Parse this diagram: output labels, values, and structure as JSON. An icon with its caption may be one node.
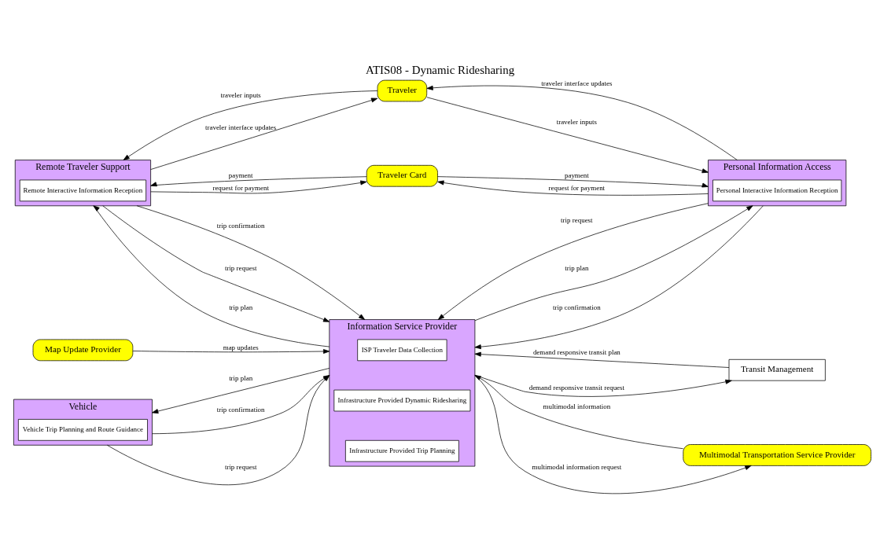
{
  "diagram": {
    "title": "ATIS08 - Dynamic Ridesharing",
    "nodes": [
      {
        "text": [
          "Map Update Provider"
        ]
      },
      {
        "text": [
          "Information Service Provider"
        ]
      },
      {
        "text": [
          "ISP Traveler Data Collection"
        ],
        "in": 1
      },
      {
        "text": [
          "Infrastructure Provided Dynamic Ridesharing"
        ],
        "in": 1
      },
      {
        "text": [
          "Infrastructure Provided Trip Planning"
        ],
        "in": 1
      },
      {
        "text": [
          "Transit Management"
        ]
      },
      {
        "text": [
          "Vehicle"
        ]
      },
      {
        "text": [
          "Vehicle Trip Planning and Route Guidance"
        ],
        "in": 6
      },
      {
        "text": [
          "Multimodal Transportation Service Provider"
        ]
      },
      {
        "text": [
          "Remote Traveler Support"
        ]
      },
      {
        "text": [
          "Remote Interactive Information Reception"
        ],
        "in": 9
      },
      {
        "text": [
          "Personal Information Access"
        ]
      },
      {
        "text": [
          "Personal Interactive Information Reception"
        ],
        "in": 11
      },
      {
        "text": [
          "Traveler Card"
        ]
      },
      {
        "text": [
          "Traveler"
        ]
      }
    ],
    "edges": [
      {
        "from": 0,
        "to": 1,
        "arrow": "to",
        "label": "map updates"
      },
      {
        "from": 1,
        "to": 5,
        "arrow": "to",
        "label": "demand responsive transit request"
      },
      {
        "from": 5,
        "to": 1,
        "arrow": "to",
        "label": "demand responsive transit plan"
      },
      {
        "from": 6,
        "to": 1,
        "arrow": "to",
        "label": "trip request"
      },
      {
        "from": 1,
        "to": 6,
        "arrow": "to",
        "label": "trip plan"
      },
      {
        "from": 6,
        "to": 1,
        "arrow": "to",
        "label": "trip confirmation"
      },
      {
        "from": 1,
        "to": 8,
        "arrow": "to",
        "label": "multimodal information request"
      },
      {
        "from": 8,
        "to": 1,
        "arrow": "to",
        "label": "multimodal information"
      },
      {
        "from": 9,
        "to": 1,
        "arrow": "to",
        "label": "trip request"
      },
      {
        "from": 1,
        "to": 9,
        "arrow": "to",
        "label": "trip plan"
      },
      {
        "from": 9,
        "to": 1,
        "arrow": "to",
        "label": "trip confirmation"
      },
      {
        "from": 11,
        "to": 1,
        "arrow": "to",
        "label": "trip request"
      },
      {
        "from": 1,
        "to": 11,
        "arrow": "to",
        "label": "trip plan"
      },
      {
        "from": 11,
        "to": 1,
        "arrow": "to",
        "label": "trip confirmation"
      },
      {
        "from": 9,
        "to": 13,
        "arrow": "to",
        "label": "request for payment"
      },
      {
        "from": 13,
        "to": 9,
        "arrow": "to",
        "label": "payment"
      },
      {
        "from": 11,
        "to": 13,
        "arrow": "to",
        "label": "request for payment"
      },
      {
        "from": 13,
        "to": 11,
        "arrow": "to",
        "label": "payment"
      },
      {
        "from": 9,
        "to": 14,
        "arrow": "to",
        "label": "traveler interface updates"
      },
      {
        "from": 14,
        "to": 9,
        "arrow": "to",
        "label": "traveler inputs"
      },
      {
        "from": 11,
        "to": 14,
        "arrow": "to",
        "label": "traveler interface updates"
      },
      {
        "from": 14,
        "to": 11,
        "arrow": "to",
        "label": "traveler inputs"
      }
    ]
  }
}
